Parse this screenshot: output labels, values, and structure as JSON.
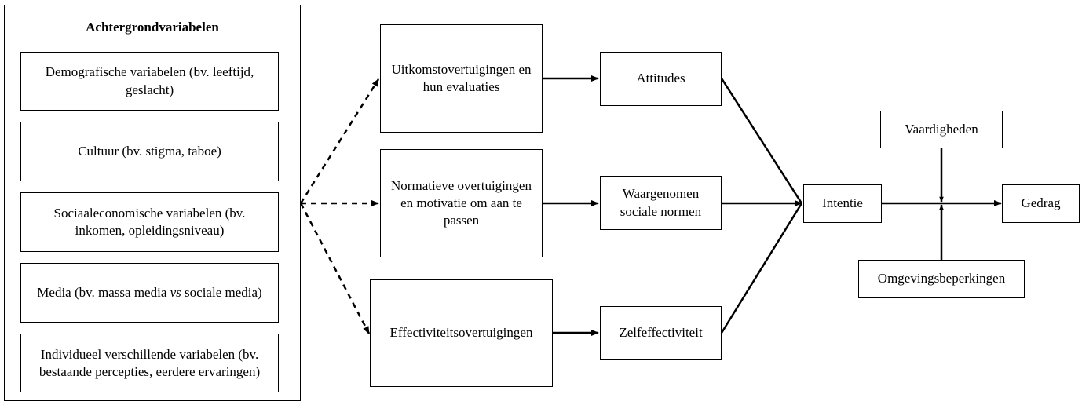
{
  "background_panel": {
    "title": "Achtergrondvariabelen",
    "items": [
      {
        "text": "Demografische variabelen (bv. leeftijd, geslacht)"
      },
      {
        "text": "Cultuur (bv. stigma, taboe)"
      },
      {
        "text": "Sociaaleconomische variabelen (bv. inkomen, opleidingsniveau)"
      },
      {
        "text_before": "Media (bv. massa media ",
        "text_italic": "vs",
        "text_after": " sociale media)"
      },
      {
        "text": "Individueel verschillende variabelen (bv. bestaande percepties, eerdere ervaringen)"
      }
    ]
  },
  "beliefs": {
    "outcome": "Uitkomstovertuigingen en hun evaluaties",
    "normative": "Normatieve overtuigingen en motivatie om aan te passen",
    "efficacy": "Effectiviteitsovertuigingen"
  },
  "determinants": {
    "attitudes": "Attitudes",
    "norms": "Waargenomen sociale normen",
    "self_efficacy": "Zelfeffectiviteit"
  },
  "intention": "Intentie",
  "skills": "Vaardigheden",
  "constraints": "Omgevingsbeperkingen",
  "behavior": "Gedrag"
}
